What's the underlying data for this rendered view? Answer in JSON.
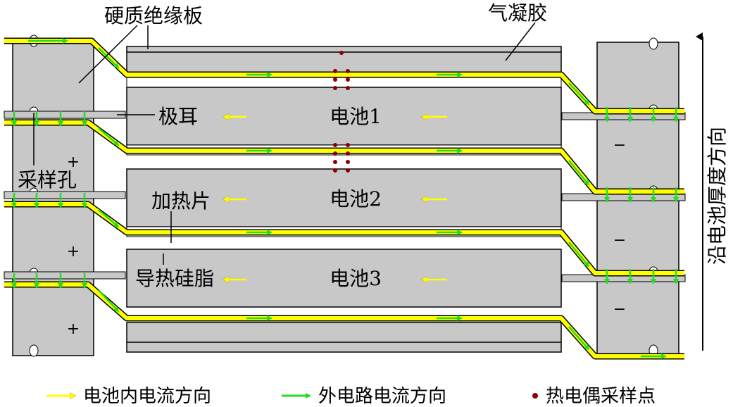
{
  "diagram": {
    "labels": {
      "insulation_board": "硬质绝缘板",
      "aerogel": "气凝胶",
      "tab": "极耳",
      "sampling_hole": "采样孔",
      "heater": "加热片",
      "thermal_grease": "导热硅脂",
      "thickness_direction": "沿电池厚度方向"
    },
    "cells": [
      "电池1",
      "电池2",
      "电池3"
    ],
    "left_plate_signs": [
      "+",
      "+",
      "+"
    ],
    "right_plate_signs": [
      "−",
      "−",
      "−"
    ],
    "legend": [
      {
        "text": "电池内电流方向",
        "color": "#ffff00"
      },
      {
        "text": "外电路电流方向",
        "color": "#22dd22"
      },
      {
        "text": "热电偶采样点",
        "color": "#8b0000"
      }
    ],
    "colors": {
      "plate_gray": "#c8c8c8",
      "wire_yellow": "#ffff00",
      "arrow_green": "#22dd22",
      "thermocouple_red": "#8b0000"
    },
    "icons": [
      "up-arrow-icon",
      "left-arrow-icon",
      "right-arrow-icon",
      "down-arrow-icon"
    ]
  }
}
